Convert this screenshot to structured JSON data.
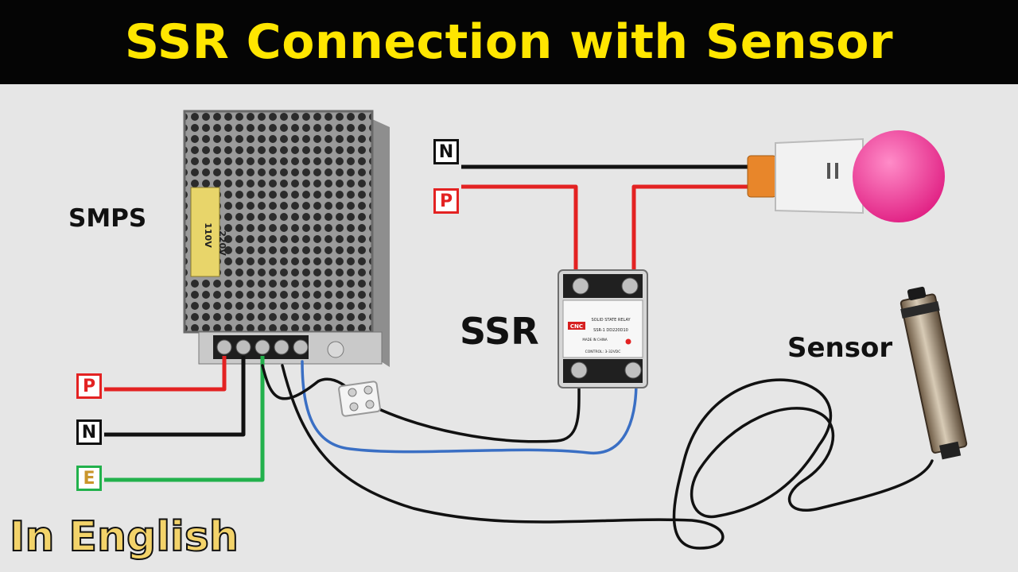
{
  "title": "SSR Connection with Sensor",
  "labels": {
    "smps": "SMPS",
    "ssr": "SSR",
    "sensor": "Sensor",
    "language": "In English"
  },
  "terminal_tags": {
    "top_neutral": "N",
    "top_phase": "P",
    "left_phase": "P",
    "left_neutral": "N",
    "left_earth": "E"
  },
  "ssr_device": {
    "brand": "CNC",
    "model": "SSR-1 DD220D10",
    "type": "SOLID STATE RELAY",
    "origin": "MADE IN CHINA",
    "control": "CONTROL: 3-32VDC"
  },
  "smps_device": {
    "rating_a": "110V",
    "rating_b": "220V"
  },
  "colors": {
    "title_bg": "#050505",
    "title_text": "#ffe600",
    "phase_wire": "#e32222",
    "neutral_wire": "#111111",
    "earth_wire": "#22b14c",
    "signal_wire": "#3a6fc4",
    "bulb": "#ff3fa0",
    "background": "#e6e6e6"
  }
}
